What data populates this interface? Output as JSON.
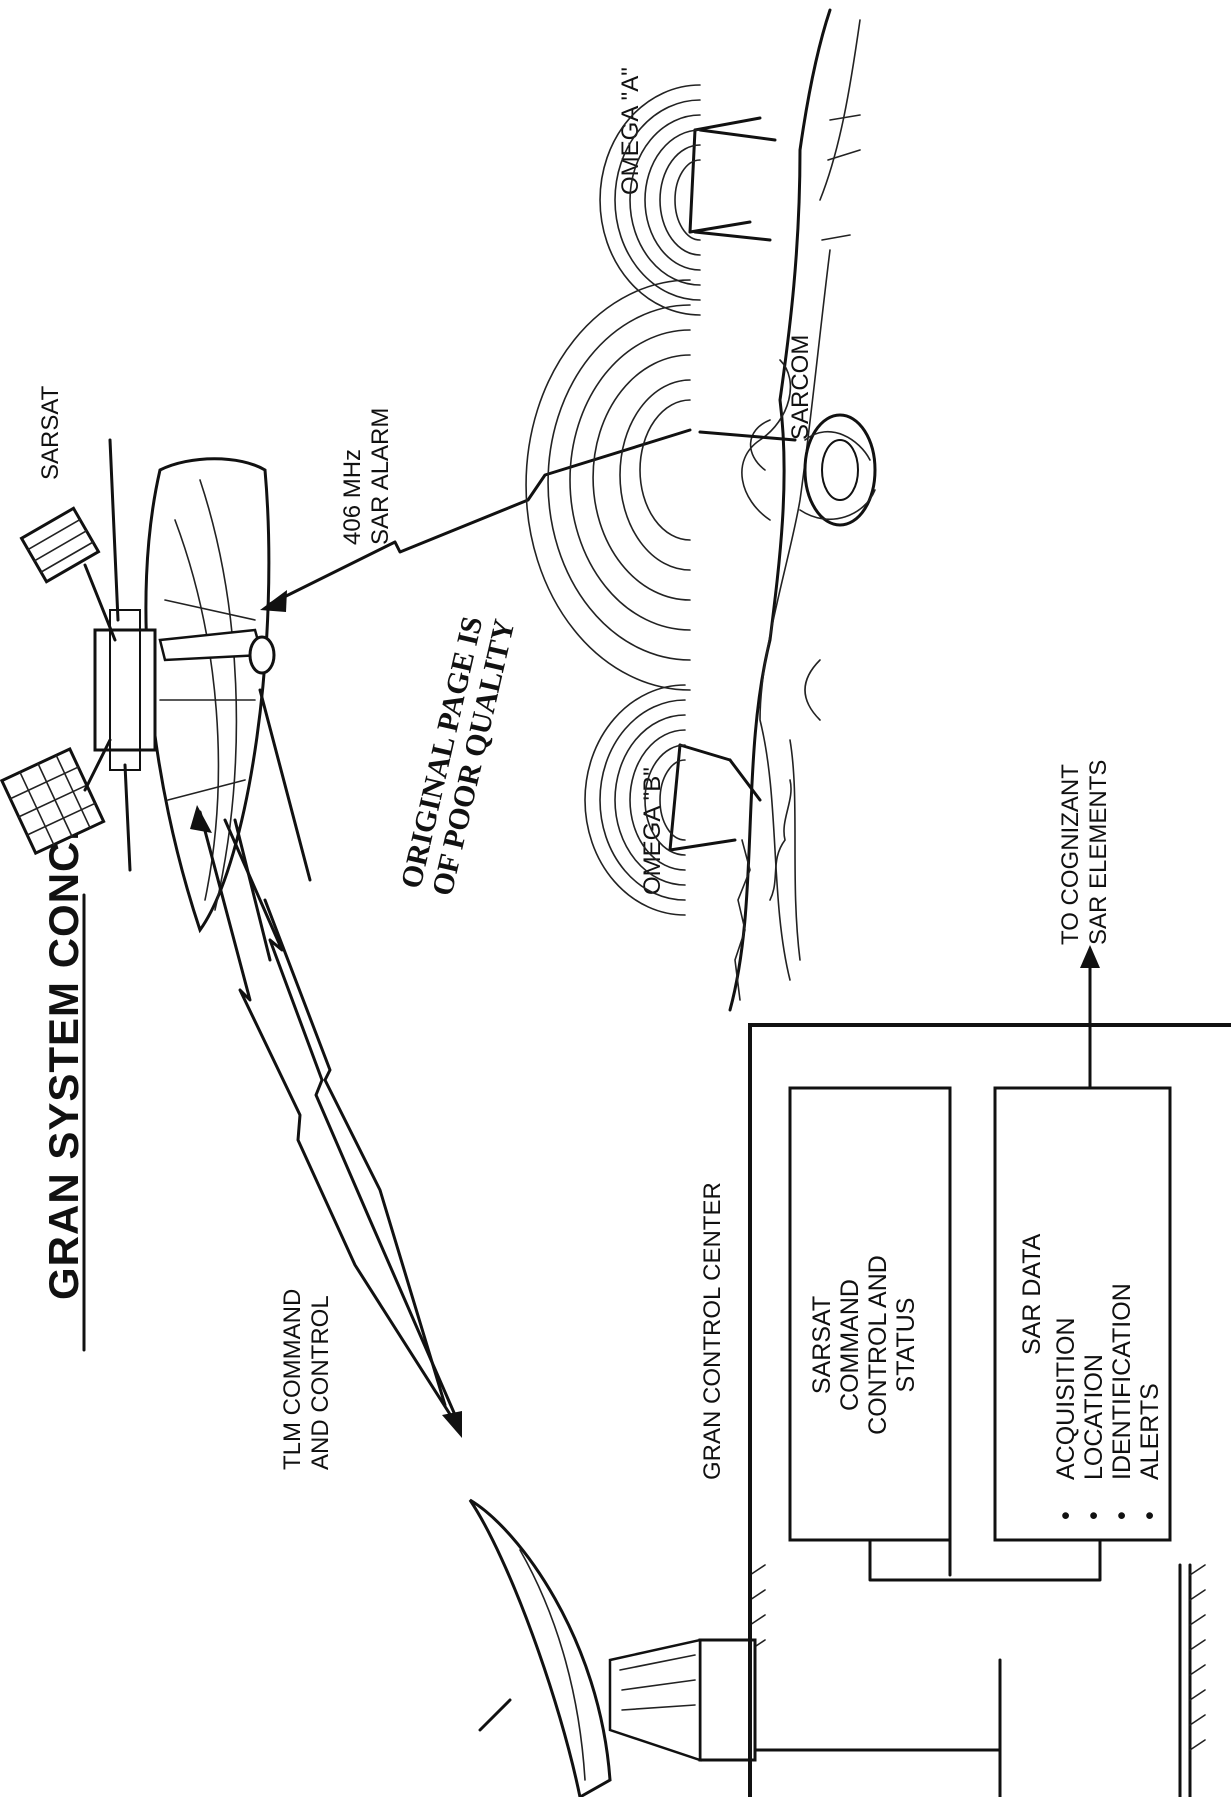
{
  "title": "GRAN SYSTEM CONCEPT",
  "labels": {
    "sarsat": "SARSAT",
    "alarm_line1": "406 MHz",
    "alarm_line2": "SAR ALARM",
    "tlm_line1": "TLM COMMAND",
    "tlm_line2": "AND CONTROL",
    "sarcom": "SARCOM",
    "omega_a": "OMEGA \"A\"",
    "omega_b": "OMEGA \"B\"",
    "cognizant_line1": "TO COGNIZANT",
    "cognizant_line2": "SAR ELEMENTS",
    "stamp_line1": "ORIGINAL PAGE IS",
    "stamp_line2": "OF POOR QUALITY"
  },
  "control_center": {
    "title": "GRAN CONTROL CENTER",
    "box1": [
      "SARSAT",
      "COMMAND",
      "CONTROL AND",
      "STATUS"
    ],
    "box2_title": "SAR DATA",
    "box2_items": [
      "ACQUISITION",
      "LOCATION",
      "IDENTIFICATION",
      "ALERTS"
    ]
  },
  "colors": {
    "ink": "#111111",
    "paper": "#ffffff"
  },
  "icons": [
    "satellite-icon",
    "ground-antenna-icon",
    "beacon-icon",
    "omega-station-icon"
  ]
}
